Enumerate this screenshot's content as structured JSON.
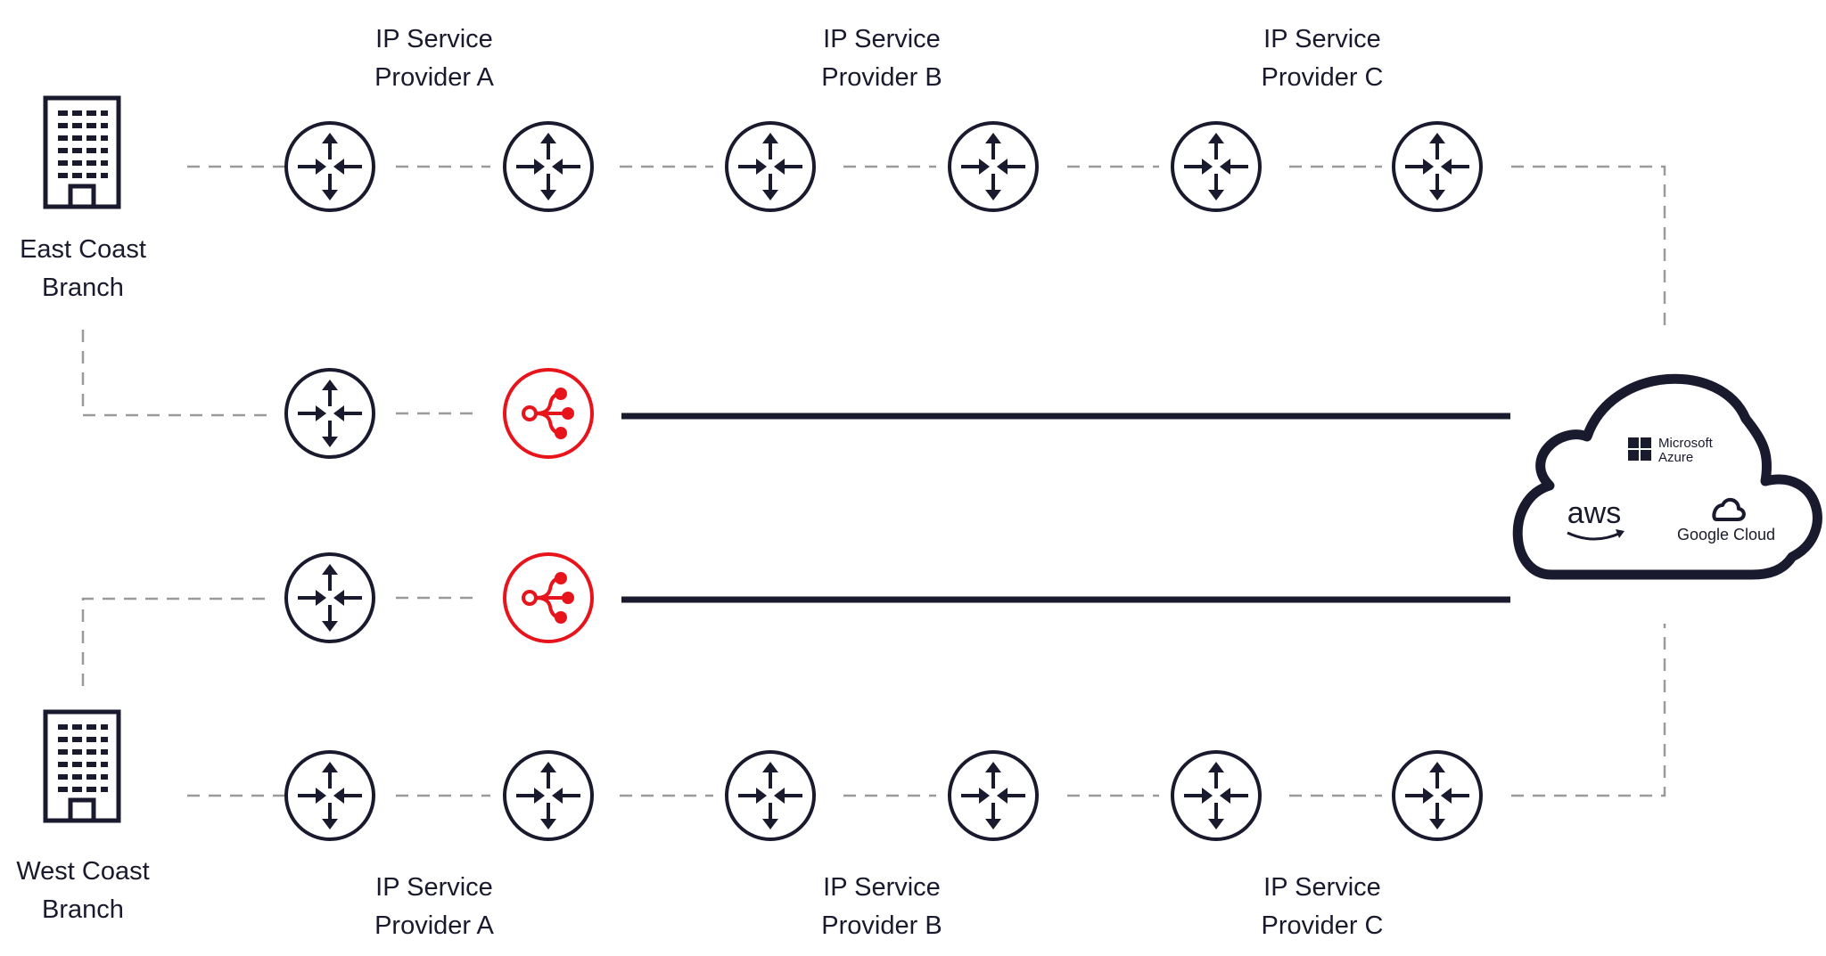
{
  "colors": {
    "ink": "#1a1a2e",
    "accent": "#e8141b",
    "dash": "#9a9a9a",
    "background": "#ffffff"
  },
  "icons": {
    "building": "office-building-icon",
    "router": "router-icon",
    "accent_node": "connection-node-icon",
    "cloud": "cloud-icon"
  },
  "sites": {
    "east": {
      "line1": "East Coast",
      "line2": "Branch"
    },
    "west": {
      "line1": "West Coast",
      "line2": "Branch"
    }
  },
  "providers_top": [
    {
      "line1": "IP Service",
      "line2": "Provider A"
    },
    {
      "line1": "IP Service",
      "line2": "Provider B"
    },
    {
      "line1": "IP Service",
      "line2": "Provider C"
    }
  ],
  "providers_bottom": [
    {
      "line1": "IP Service",
      "line2": "Provider A"
    },
    {
      "line1": "IP Service",
      "line2": "Provider B"
    },
    {
      "line1": "IP Service",
      "line2": "Provider C"
    }
  ],
  "cloud": {
    "azure_line1": "Microsoft",
    "azure_line2": "Azure",
    "aws": "aws",
    "google": "Google Cloud"
  }
}
